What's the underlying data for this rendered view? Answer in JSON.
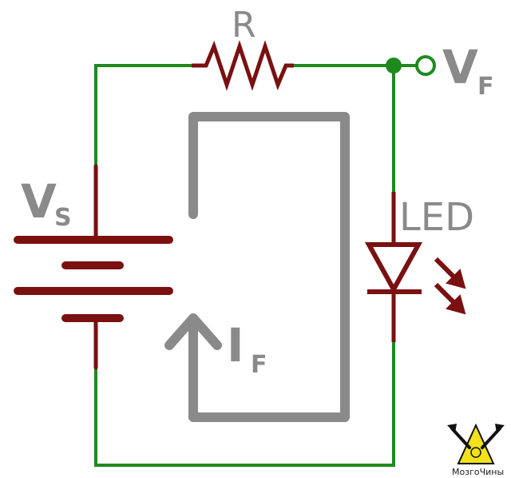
{
  "labels": {
    "vs_main": "V",
    "vs_sub": "S",
    "vf_main": "V",
    "vf_sub": "F",
    "if_main": "I",
    "if_sub": "F",
    "resistor": "R",
    "led": "LED"
  },
  "logo": {
    "text": "МозгоЧины"
  },
  "colors": {
    "wire": "#1e8a1e",
    "component": "#7a1010",
    "annotation": "#8a8a8a",
    "logo_yellow": "#f2e21a"
  },
  "icons": {
    "battery": "battery-symbol-icon",
    "resistor": "resistor-symbol-icon",
    "led": "led-symbol-icon",
    "current_arrow": "current-loop-arrow-icon"
  }
}
